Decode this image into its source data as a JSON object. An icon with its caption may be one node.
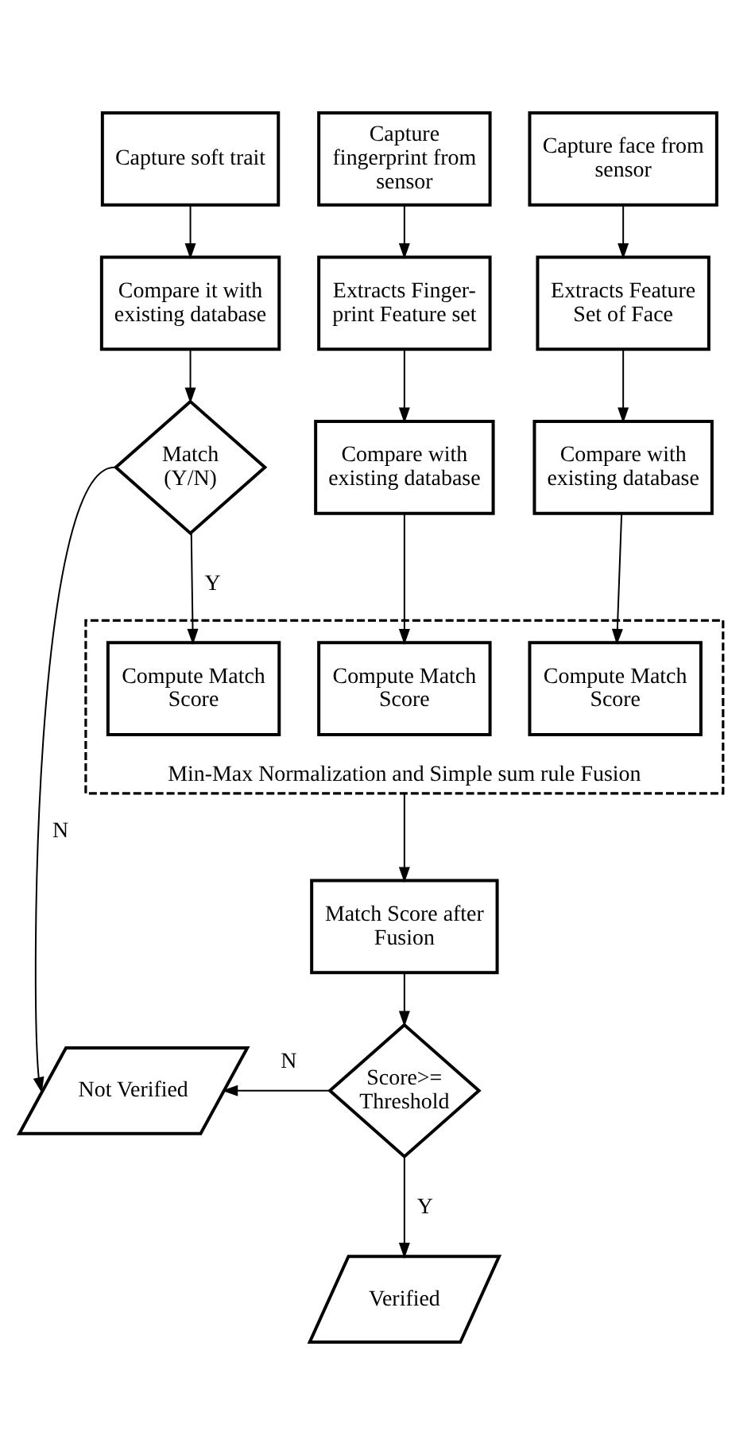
{
  "diagram": {
    "nodes": [
      {
        "text": [
          "Capture soft trait"
        ]
      },
      {
        "text": [
          "Capture fingerprint from sensor"
        ]
      },
      {
        "text": [
          "Capture face from sensor"
        ]
      },
      {
        "text": [
          "Compare it with existing database"
        ]
      },
      {
        "text": [
          "Extracts Finger-print Feature set"
        ]
      },
      {
        "text": [
          "Extracts Feature Set of Face"
        ]
      },
      {
        "text": [
          "Match (Y/N)"
        ]
      },
      {
        "text": [
          "Compare with existing database"
        ]
      },
      {
        "text": [
          "Compare with existing database"
        ]
      },
      {
        "text": [
          "Min-Max Normalization and Simple sum rule Fusion"
        ]
      },
      {
        "text": [
          "Compute Match Score"
        ],
        "in": 9
      },
      {
        "text": [
          "Compute Match Score"
        ],
        "in": 9
      },
      {
        "text": [
          "Compute Match Score"
        ],
        "in": 9
      },
      {
        "text": [
          "Match Score after Fusion"
        ]
      },
      {
        "text": [
          "Not Verified"
        ]
      },
      {
        "text": [
          "Score>= Threshold"
        ]
      },
      {
        "text": [
          "Verified"
        ]
      }
    ],
    "edges": [
      {
        "from": 0,
        "to": 3,
        "arrow": "to"
      },
      {
        "from": 3,
        "to": 6,
        "arrow": "to"
      },
      {
        "from": 6,
        "to": 10,
        "arrow": "to",
        "label": "Y"
      },
      {
        "from": 6,
        "to": 14,
        "arrow": "to",
        "label": "N"
      },
      {
        "from": 1,
        "to": 4,
        "arrow": "to"
      },
      {
        "from": 4,
        "to": 7,
        "arrow": "to"
      },
      {
        "from": 7,
        "to": 11,
        "arrow": "to"
      },
      {
        "from": 2,
        "to": 5,
        "arrow": "to"
      },
      {
        "from": 5,
        "to": 8,
        "arrow": "to"
      },
      {
        "from": 8,
        "to": 12,
        "arrow": "to"
      },
      {
        "from": 9,
        "to": 13,
        "arrow": "to"
      },
      {
        "from": 13,
        "to": 15,
        "arrow": "to"
      },
      {
        "from": 15,
        "to": 14,
        "arrow": "to",
        "label": "N"
      },
      {
        "from": 15,
        "to": 16,
        "arrow": "to",
        "label": "Y"
      }
    ]
  }
}
